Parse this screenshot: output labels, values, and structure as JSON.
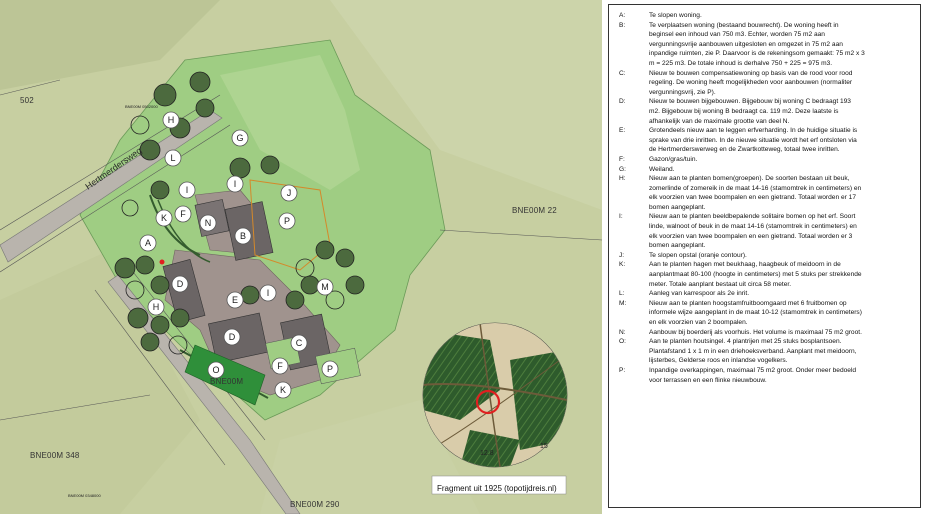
{
  "map": {
    "road_name": "Hertmerdersweg",
    "parcel_labels": [
      {
        "id": "bne-22",
        "text": "BNE00M   22"
      },
      {
        "id": "bne-348",
        "text": "BNE00M   348"
      },
      {
        "id": "bne-290",
        "text": "BNE00M   290"
      },
      {
        "id": "bne-mid",
        "text": "BNE00M"
      },
      {
        "id": "bne-502",
        "text": "502"
      }
    ],
    "small_labels": [
      {
        "id": "code-1",
        "text": "BNE00M 0502000"
      },
      {
        "id": "code-2",
        "text": "BNE00M 0348000"
      }
    ],
    "historic_map_numbers": [
      "12.8",
      "15"
    ],
    "markers": [
      {
        "id": "a",
        "label": "A"
      },
      {
        "id": "b",
        "label": "B"
      },
      {
        "id": "c",
        "label": "C"
      },
      {
        "id": "d1",
        "label": "D"
      },
      {
        "id": "d2",
        "label": "D"
      },
      {
        "id": "e",
        "label": "E"
      },
      {
        "id": "f1",
        "label": "F"
      },
      {
        "id": "f2",
        "label": "F"
      },
      {
        "id": "g",
        "label": "G"
      },
      {
        "id": "h1",
        "label": "H"
      },
      {
        "id": "h2",
        "label": "H"
      },
      {
        "id": "i1",
        "label": "I"
      },
      {
        "id": "i2",
        "label": "I"
      },
      {
        "id": "i3",
        "label": "I"
      },
      {
        "id": "j",
        "label": "J"
      },
      {
        "id": "k1",
        "label": "K"
      },
      {
        "id": "k2",
        "label": "K"
      },
      {
        "id": "l",
        "label": "L"
      },
      {
        "id": "m",
        "label": "M"
      },
      {
        "id": "n",
        "label": "N"
      },
      {
        "id": "o",
        "label": "O"
      },
      {
        "id": "p1",
        "label": "P"
      },
      {
        "id": "p2",
        "label": "P"
      }
    ],
    "caption": "Fragment uit 1925 (topotijdreis.nl)",
    "colors": {
      "field": "#cdd5a6",
      "lawn": "#9ccc7f",
      "paving": "#9a8f8b",
      "building": "#6f6a6a",
      "orchard_strip": "#2f8f3a",
      "tree": "#2f4d2a",
      "red_marker": "#e02020",
      "orange_contour": "#d4892a"
    }
  },
  "legend": [
    {
      "key": "A:",
      "lines": [
        "Te slopen woning."
      ]
    },
    {
      "key": "B:",
      "lines": [
        "Te verplaatsen woning (bestaand bouwrecht). De woning heeft in",
        "beginsel een inhoud van 750 m3. Echter, worden 75 m2 aan",
        "vergunningsvrije aanbouwen uitgesloten en omgezet in 75 m2 aan",
        "inpandige ruimten, zie P. Daarvoor is de rekeningsom gemaakt: 75 m2 x 3",
        "m = 225 m3. De totale inhoud is derhalve 750 + 225 = 975 m3."
      ]
    },
    {
      "key": "C:",
      "lines": [
        "Nieuw te bouwen compensatiewoning op basis van de rood voor rood",
        "regeling. De woning heeft mogelijkheden voor aanbouwen (normaliter",
        "vergunningsvrij, zie P)."
      ]
    },
    {
      "key": "D:",
      "lines": [
        "Nieuw te bouwen bijgebouwen. Bijgebouw bij woning C bedraagt 193",
        "m2. Bijgebouw bij woning B bedraagt ca. 119 m2. Deze laatste is",
        "afhankelijk van de maximale grootte van deel N."
      ]
    },
    {
      "key": "E:",
      "lines": [
        "Grotendeels nieuw aan te leggen erfverharding. In de huidige situatie is",
        "sprake van drie inritten. In de nieuwe situatie wordt het erf ontsloten via",
        "de Hertmerderswerweg en de Zwartkotteweg, totaal twee inritten."
      ]
    },
    {
      "key": "F:",
      "lines": [
        "Gazon/gras/tuin."
      ]
    },
    {
      "key": "G:",
      "lines": [
        "Weiland."
      ]
    },
    {
      "key": "H:",
      "lines": [
        "Nieuw aan te planten bomen(groepen). De soorten bestaan uit beuk,",
        "zomerlinde of zomereik in de maat 14-16 (stamomtrek in centimeters) en",
        "elk voorzien van twee boompalen en een gietrand. Totaal worden er 17",
        "bomen aangeplant."
      ]
    },
    {
      "key": "I:",
      "lines": [
        "Nieuw aan te planten beeldbepalende solitaire bomen op het erf. Soort",
        "linde, walnoot of beuk in de maat 14-16 (stamomtrek in centimeters) en",
        "elk voorzien van twee boompalen en een gietrand. Totaal worden er 3",
        "bomen aangeplant."
      ]
    },
    {
      "key": "J:",
      "lines": [
        "Te slopen opstal (oranje contour)."
      ]
    },
    {
      "key": "K:",
      "lines": [
        "Aan te planten hagen met beukhaag, haagbeuk of meidoorn in de",
        "aanplantmaat 80-100 (hoogte in centimeters) met 5 stuks per strekkende",
        "meter. Totale aanplant bestaat uit circa 58 meter."
      ]
    },
    {
      "key": "L:",
      "lines": [
        "Aanleg van karrespoor als 2e inrit."
      ]
    },
    {
      "key": "M:",
      "lines": [
        "Nieuw aan te planten hoogstamfruitboomgaard met 6 fruitbomen op",
        "informele wijze aangeplant in de maat 10-12 (stamomtrek in centimeters)",
        "en elk voorzien van 2 boompalen."
      ]
    },
    {
      "key": "N:",
      "lines": [
        "Aanbouw bij boerderij als voorhuis. Het volume is maximaal 75 m2 groot."
      ]
    },
    {
      "key": "O:",
      "lines": [
        "Aan te planten houtsingel. 4 plantrijen met 25 stuks bosplantsoen.",
        "Plantafstand 1 x 1 m in een driehoeksverband. Aanplant met meidoorn,",
        "lijsterbes, Gelderse roos en inlandse vogelkers."
      ]
    },
    {
      "key": "P:",
      "lines": [
        "Inpandige overkappingen, maximaal 75 m2 groot. Onder meer bedoeld",
        "voor terrassen en een flinke nieuwbouw."
      ]
    }
  ]
}
